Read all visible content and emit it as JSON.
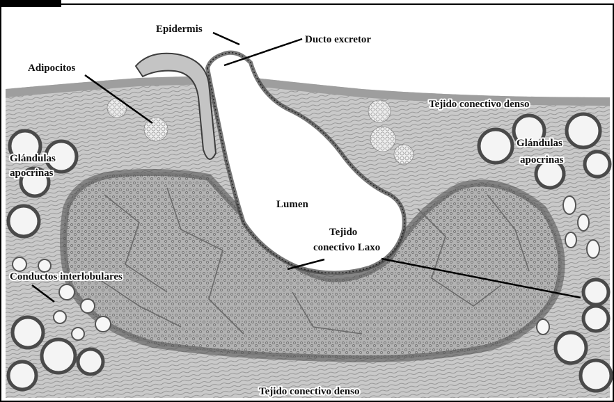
{
  "labels": {
    "epidermis": "Epidermis",
    "ducto_excretor": "Ducto excretor",
    "adipocitos": "Adipocitos",
    "tejido_denso_top": "Tejido conectivo denso",
    "glandulas_left_1": "Glándulas",
    "glandulas_left_2": "apocrinas",
    "glandulas_right_1": "Glándulas",
    "glandulas_right_2": "apocrinas",
    "lumen": "Lumen",
    "tejido_laxo_1": "Tejido",
    "tejido_laxo_2": "conectivo Laxo",
    "conductos": "Conductos interlobulares",
    "tejido_denso_bottom": "Tejido conectivo denso"
  },
  "colors": {
    "background": "#ffffff",
    "frame": "#000000",
    "tissue_light": "#d9d9d9",
    "tissue_mid": "#a8a8a8",
    "tissue_dark": "#4a4a4a",
    "leader_line": "#000000"
  }
}
